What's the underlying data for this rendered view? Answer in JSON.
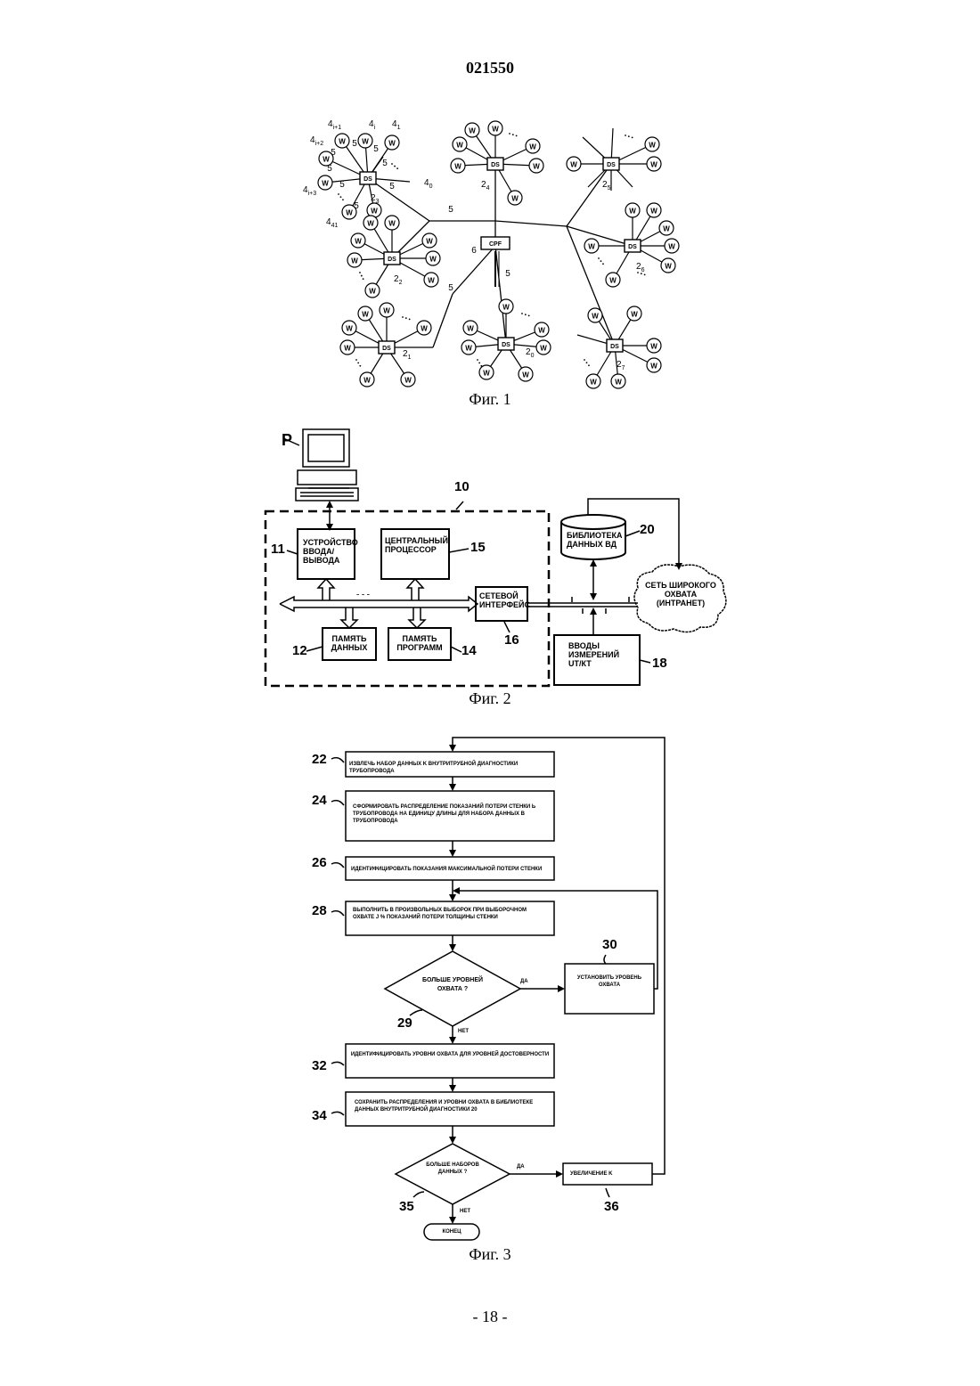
{
  "header": {
    "patent_number": "021550"
  },
  "footer": {
    "page_number": "- 18 -"
  },
  "fig1": {
    "caption": "Фиг. 1",
    "node_w": "W",
    "node_ds": "DS",
    "node_cpf": "CPF",
    "labels": {
      "d23": "23",
      "d24": "24",
      "d25": "25",
      "d22": "22",
      "d26": "26",
      "d21": "21",
      "d20": "20",
      "d27": "27",
      "l5": "5",
      "l6": "6",
      "a4i1": "4i+1",
      "a4i": "4i",
      "a41": "41",
      "a4i2": "4i+2",
      "a4i3": "4i+3",
      "a40": "40",
      "a441": "441"
    }
  },
  "fig2": {
    "caption": "Фиг. 2",
    "label_p": "P",
    "label_10": "10",
    "io_device": "УСТРОЙСТВО ВВОДА/ ВЫВОДА",
    "label_11": "11",
    "cpu": "ЦЕНТРАЛЬНЫЙ ПРОЦЕССОР",
    "label_15": "15",
    "network_interface": "СЕТЕВОЙ ИНТЕРФЕЙС",
    "label_16": "16",
    "data_memory": "ПАМЯТЬ ДАННЫХ",
    "label_12": "12",
    "program_memory": "ПАМЯТЬ ПРОГРАММ",
    "label_14": "14",
    "library": "БИБЛИОТЕКА ДАННЫХ ВД",
    "label_20": "20",
    "wan": "СЕТЬ ШИРОКОГО ОХВАТА (ИНТРАНЕТ)",
    "inputs": "ВВОДЫ ИЗМЕРЕНИЙ UT/КТ",
    "label_18": "18",
    "dashes": "- - -"
  },
  "fig3": {
    "caption": "Фиг. 3",
    "step22": "ИЗВЛЕЧЬ НАБОР ДАННЫХ k ВНУТРИТРУБНОЙ ДИАГНОСТИКИ ТРУБОПРОВОДА",
    "n22": "22",
    "step24": "СФОРМИРОВАТЬ РАСПРЕДЕЛЕНИЕ ПОКАЗАНИЙ ПОТЕРИ СТЕНКИ ь ТРУБОПРОВОДА НА ЕДИНИЦУ ДЛИНЫ ДЛЯ НАБОРА ДАННЫХ в трубопровода",
    "n24": "24",
    "step26": "ИДЕНТИФИЦИРОВАТЬ ПОКАЗАНИЯ МАКСИМАЛЬНОЙ ПОТЕРИ СТЕНКИ",
    "n26": "26",
    "step28": "ВЫПОЛНИТЬ в ПРОИЗВОЛЬНЫХ ВЫБОРОК ПРИ ВЫБОРОЧНОМ ОХВАТЕ j % ПОКАЗАНИЙ ПОТЕРИ ТОЛЩИНЫ СТЕНКИ",
    "n28": "28",
    "dec29": "БОЛЬШЕ УРОВНЕЙ ОХВАТА ?",
    "n29": "29",
    "yes": "ДА",
    "no": "НЕТ",
    "step30": "УСТАНОВИТЬ УРОВЕНЬ ОХВАТА",
    "n30": "30",
    "step32": "ИДЕНТИФИЦИРОВАТЬ УРОВНИ ОХВАТА ДЛЯ УРОВНЕЙ ДОСТОВЕРНОСТИ",
    "n32": "32",
    "step34": "СОХРАНИТЬ РАСПРЕДЕЛЕНИЯ И УРОВНИ ОХВАТА В БИБЛИОТЕКЕ ДАННЫХ ВНУТРИТРУБНОЙ ДИАГНОСТИКИ 20",
    "n34": "34",
    "dec35": "БОЛЬШЕ НАБОРОВ ДАННЫХ ?",
    "n35": "35",
    "step36": "УВЕЛИЧЕНИЕ k",
    "n36": "36",
    "end": "КОНЕЦ"
  }
}
